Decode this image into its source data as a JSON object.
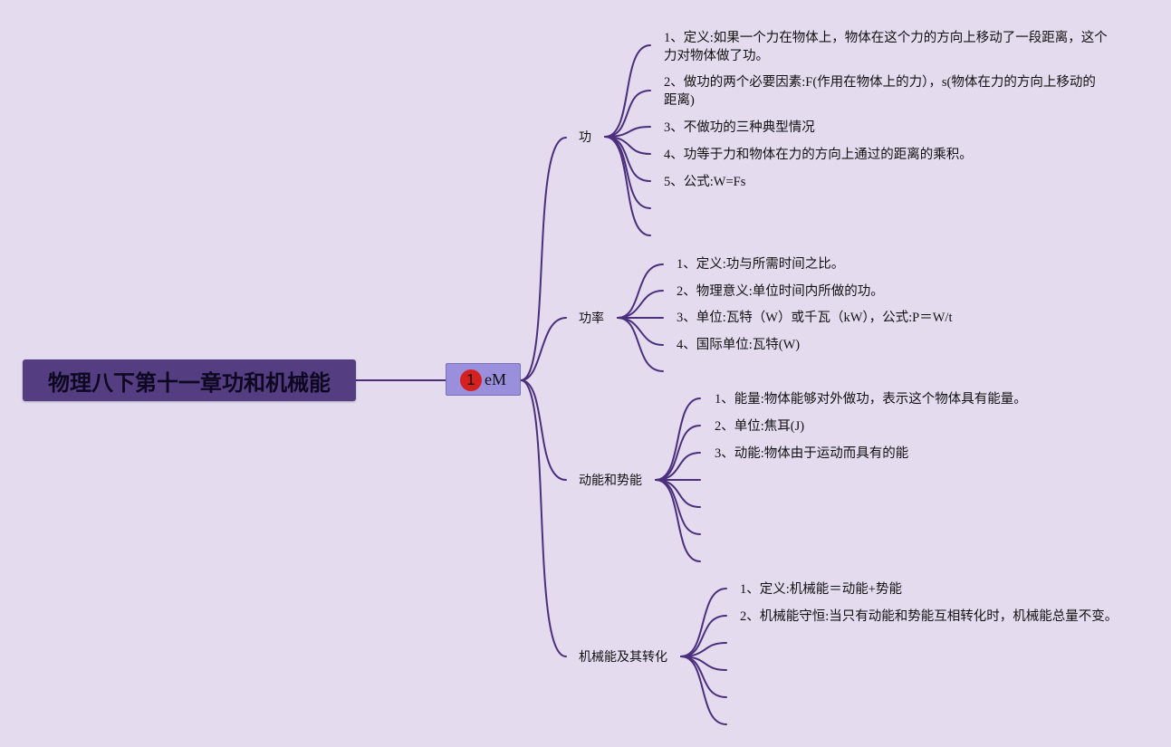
{
  "root": {
    "title": "物理八下第十一章功和机械能"
  },
  "hub": {
    "badge": "1",
    "label": "eM"
  },
  "branches": [
    {
      "label": "功",
      "items": [
        "1、定义:如果一个力在物体上，物体在这个力的方向上移动了一段距离，这个力对物体做了功。",
        "2、做功的两个必要因素:F(作用在物体上的力），s(物体在力的方向上移动的距离)",
        "3、不做功的三种典型情况",
        "4、功等于力和物体在力的方向上通过的距离的乘积。",
        "5、公式:W=Fs"
      ]
    },
    {
      "label": "功率",
      "items": [
        "1、定义:功与所需时间之比。",
        "2、物理意义:单位时间内所做的功。",
        "3、单位:瓦特（W）或千瓦（kW），公式:P＝W/t",
        "4、国际单位:瓦特(W)"
      ]
    },
    {
      "label": "动能和势能",
      "items": [
        "1、能量:物体能够对外做功，表示这个物体具有能量。",
        "2、单位:焦耳(J)",
        "3、动能:物体由于运动而具有的能"
      ]
    },
    {
      "label": "机械能及其转化",
      "items": [
        "1、定义:机械能＝动能+势能",
        "2、机械能守恒:当只有动能和势能互相转化时，机械能总量不变。"
      ]
    }
  ],
  "colors": {
    "background": "#e4dbef",
    "root_fill": "#553d82",
    "hub_fill": "#9a8fdc",
    "badge": "#d52020",
    "connector": "#4b2f7c"
  }
}
